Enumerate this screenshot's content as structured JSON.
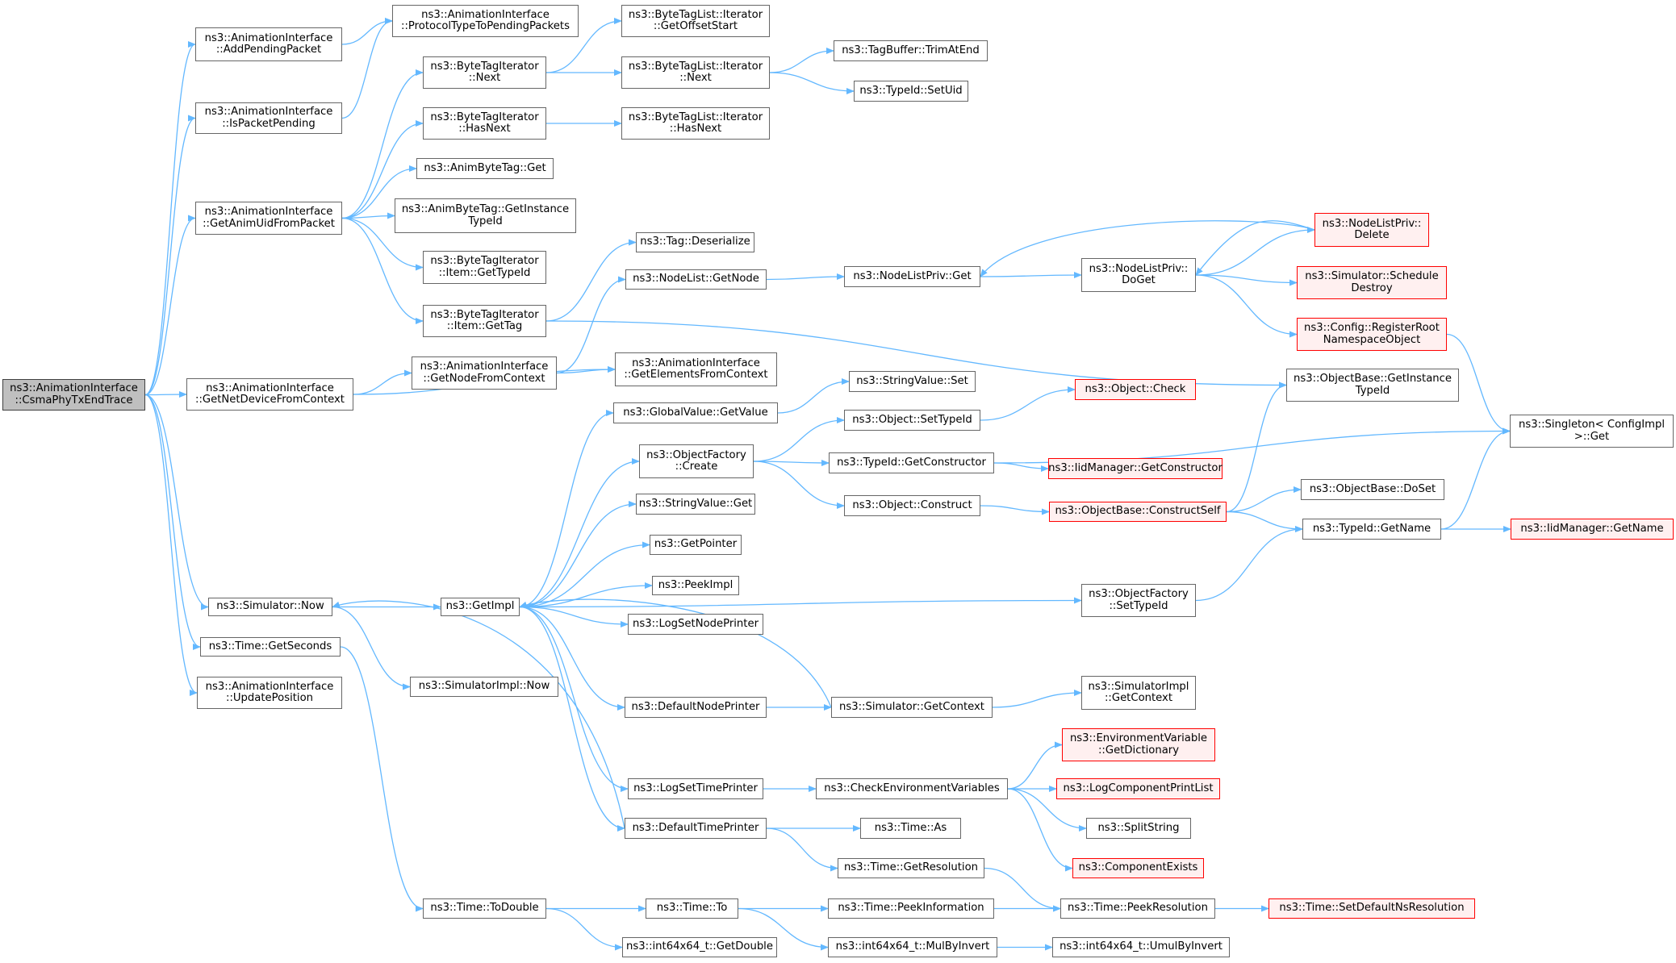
{
  "graph": {
    "root": "ns3::AnimationInterface::CsmaPhyTxEndTrace",
    "colors": {
      "edge": "#63b8ff",
      "node_border": "#666666",
      "highlight_border": "#ff0000",
      "highlight_fill": "#fff0f0",
      "root_fill": "#bfbfbf"
    },
    "nodes": [
      {
        "id": "root",
        "lines": [
          "ns3::AnimationInterface",
          "::CsmaPhyTxEndTrace"
        ]
      },
      {
        "id": "addpend",
        "lines": [
          "ns3::AnimationInterface",
          "::AddPendingPacket"
        ]
      },
      {
        "id": "ispend",
        "lines": [
          "ns3::AnimationInterface",
          "::IsPacketPending"
        ]
      },
      {
        "id": "getanim",
        "lines": [
          "ns3::AnimationInterface",
          "::GetAnimUidFromPacket"
        ]
      },
      {
        "id": "getnetdev",
        "lines": [
          "ns3::AnimationInterface",
          "::GetNetDeviceFromContext"
        ]
      },
      {
        "id": "simnow",
        "lines": [
          "ns3::Simulator::Now"
        ]
      },
      {
        "id": "getsec",
        "lines": [
          "ns3::Time::GetSeconds"
        ]
      },
      {
        "id": "updpos",
        "lines": [
          "ns3::AnimationInterface",
          "::UpdatePosition"
        ]
      },
      {
        "id": "proto",
        "lines": [
          "ns3::AnimationInterface",
          "::ProtocolTypeToPendingPackets"
        ]
      },
      {
        "id": "btinext",
        "lines": [
          "ns3::ByteTagIterator",
          "::Next"
        ]
      },
      {
        "id": "btihas",
        "lines": [
          "ns3::ByteTagIterator",
          "::HasNext"
        ]
      },
      {
        "id": "abtget",
        "lines": [
          "ns3::AnimByteTag::Get"
        ]
      },
      {
        "id": "abtgetinst",
        "lines": [
          "ns3::AnimByteTag::GetInstance",
          "TypeId"
        ]
      },
      {
        "id": "btiitemtid",
        "lines": [
          "ns3::ByteTagIterator",
          "::Item::GetTypeId"
        ]
      },
      {
        "id": "btiitemtag",
        "lines": [
          "ns3::ByteTagIterator",
          "::Item::GetTag"
        ]
      },
      {
        "id": "getnodectx",
        "lines": [
          "ns3::AnimationInterface",
          "::GetNodeFromContext"
        ]
      },
      {
        "id": "getelem",
        "lines": [
          "ns3::AnimationInterface",
          "::GetElementsFromContext"
        ]
      },
      {
        "id": "getimpl",
        "lines": [
          "ns3::GetImpl"
        ]
      },
      {
        "id": "simimplnow",
        "lines": [
          "ns3::SimulatorImpl::Now"
        ]
      },
      {
        "id": "todouble",
        "lines": [
          "ns3::Time::ToDouble"
        ]
      },
      {
        "id": "btlgetoff",
        "lines": [
          "ns3::ByteTagList::Iterator",
          "::GetOffsetStart"
        ]
      },
      {
        "id": "btlnext",
        "lines": [
          "ns3::ByteTagList::Iterator",
          "::Next"
        ]
      },
      {
        "id": "btlhas",
        "lines": [
          "ns3::ByteTagList::Iterator",
          "::HasNext"
        ]
      },
      {
        "id": "tagdeser",
        "lines": [
          "ns3::Tag::Deserialize"
        ]
      },
      {
        "id": "nlgetnode",
        "lines": [
          "ns3::NodeList::GetNode"
        ]
      },
      {
        "id": "gvget",
        "lines": [
          "ns3::GlobalValue::GetValue"
        ]
      },
      {
        "id": "ofcreate",
        "lines": [
          "ns3::ObjectFactory",
          "::Create"
        ]
      },
      {
        "id": "svget",
        "lines": [
          "ns3::StringValue::Get"
        ]
      },
      {
        "id": "getptr",
        "lines": [
          "ns3::GetPointer"
        ]
      },
      {
        "id": "peekimpl",
        "lines": [
          "ns3::PeekImpl"
        ]
      },
      {
        "id": "logsetnode",
        "lines": [
          "ns3::LogSetNodePrinter"
        ]
      },
      {
        "id": "defnodepr",
        "lines": [
          "ns3::DefaultNodePrinter"
        ]
      },
      {
        "id": "logsettime",
        "lines": [
          "ns3::LogSetTimePrinter"
        ]
      },
      {
        "id": "deftimepr",
        "lines": [
          "ns3::DefaultTimePrinter"
        ]
      },
      {
        "id": "timeto",
        "lines": [
          "ns3::Time::To"
        ]
      },
      {
        "id": "i64getdbl",
        "lines": [
          "ns3::int64x64_t::GetDouble"
        ]
      },
      {
        "id": "tbtrim",
        "lines": [
          "ns3::TagBuffer::TrimAtEnd"
        ]
      },
      {
        "id": "tidsetuid",
        "lines": [
          "ns3::TypeId::SetUid"
        ]
      },
      {
        "id": "nlpget",
        "lines": [
          "ns3::NodeListPriv::Get"
        ]
      },
      {
        "id": "svset",
        "lines": [
          "ns3::StringValue::Set"
        ]
      },
      {
        "id": "objsettid",
        "lines": [
          "ns3::Object::SetTypeId"
        ]
      },
      {
        "id": "tidgetctor",
        "lines": [
          "ns3::TypeId::GetConstructor"
        ]
      },
      {
        "id": "objconstruct",
        "lines": [
          "ns3::Object::Construct"
        ]
      },
      {
        "id": "simgetctx",
        "lines": [
          "ns3::Simulator::GetContext"
        ]
      },
      {
        "id": "checkenv",
        "lines": [
          "ns3::CheckEnvironmentVariables"
        ]
      },
      {
        "id": "timeas",
        "lines": [
          "ns3::Time::As"
        ]
      },
      {
        "id": "timegetres",
        "lines": [
          "ns3::Time::GetResolution"
        ]
      },
      {
        "id": "timepeekinfo",
        "lines": [
          "ns3::Time::PeekInformation"
        ]
      },
      {
        "id": "i64mulinv",
        "lines": [
          "ns3::int64x64_t::MulByInvert"
        ]
      },
      {
        "id": "nlpdoget",
        "lines": [
          "ns3::NodeListPriv::",
          "DoGet"
        ]
      },
      {
        "id": "objcheck",
        "lines": [
          "ns3::Object::Check"
        ],
        "highlight": true
      },
      {
        "id": "iidgetctor",
        "lines": [
          "ns3::IidManager::GetConstructor"
        ],
        "highlight": true
      },
      {
        "id": "obconstructself",
        "lines": [
          "ns3::ObjectBase::ConstructSelf"
        ],
        "highlight": true
      },
      {
        "id": "ofsettid",
        "lines": [
          "ns3::ObjectFactory",
          "::SetTypeId"
        ]
      },
      {
        "id": "simimplgetctx",
        "lines": [
          "ns3::SimulatorImpl",
          "::GetContext"
        ]
      },
      {
        "id": "envgetdict",
        "lines": [
          "ns3::EnvironmentVariable",
          "::GetDictionary"
        ],
        "highlight": true
      },
      {
        "id": "logcompprint",
        "lines": [
          "ns3::LogComponentPrintList"
        ],
        "highlight": true
      },
      {
        "id": "splitstr",
        "lines": [
          "ns3::SplitString"
        ]
      },
      {
        "id": "compexists",
        "lines": [
          "ns3::ComponentExists"
        ],
        "highlight": true
      },
      {
        "id": "timepeekres",
        "lines": [
          "ns3::Time::PeekResolution"
        ]
      },
      {
        "id": "i64umulinv",
        "lines": [
          "ns3::int64x64_t::UmulByInvert"
        ]
      },
      {
        "id": "nlpdelete",
        "lines": [
          "ns3::NodeListPriv::",
          "Delete"
        ],
        "highlight": true
      },
      {
        "id": "simschedd",
        "lines": [
          "ns3::Simulator::Schedule",
          "Destroy"
        ],
        "highlight": true
      },
      {
        "id": "cfgregroot",
        "lines": [
          "ns3::Config::RegisterRoot",
          "NamespaceObject"
        ],
        "highlight": true
      },
      {
        "id": "obgetinst",
        "lines": [
          "ns3::ObjectBase::GetInstance",
          "TypeId"
        ]
      },
      {
        "id": "obdoset",
        "lines": [
          "ns3::ObjectBase::DoSet"
        ]
      },
      {
        "id": "tidgetname",
        "lines": [
          "ns3::TypeId::GetName"
        ]
      },
      {
        "id": "timesetdef",
        "lines": [
          "ns3::Time::SetDefaultNsResolution"
        ],
        "highlight": true
      },
      {
        "id": "singleton",
        "lines": [
          "ns3::Singleton< ConfigImpl",
          ">::Get"
        ]
      },
      {
        "id": "iidgetname",
        "lines": [
          "ns3::IidManager::GetName"
        ],
        "highlight": true
      }
    ],
    "edges": [
      [
        "root",
        "addpend"
      ],
      [
        "root",
        "ispend"
      ],
      [
        "root",
        "getanim"
      ],
      [
        "root",
        "getnetdev"
      ],
      [
        "root",
        "simnow"
      ],
      [
        "root",
        "getsec"
      ],
      [
        "root",
        "updpos"
      ],
      [
        "addpend",
        "proto"
      ],
      [
        "ispend",
        "proto"
      ],
      [
        "getanim",
        "btinext"
      ],
      [
        "getanim",
        "btihas"
      ],
      [
        "getanim",
        "abtget"
      ],
      [
        "getanim",
        "abtgetinst"
      ],
      [
        "getanim",
        "btiitemtid"
      ],
      [
        "getanim",
        "btiitemtag"
      ],
      [
        "btinext",
        "btlgetoff"
      ],
      [
        "btinext",
        "btlnext"
      ],
      [
        "btihas",
        "btlhas"
      ],
      [
        "btlnext",
        "tbtrim"
      ],
      [
        "btlnext",
        "tidsetuid"
      ],
      [
        "btiitemtag",
        "tagdeser"
      ],
      [
        "btiitemtag",
        "obgetinst"
      ],
      [
        "getnetdev",
        "getnodectx"
      ],
      [
        "getnetdev",
        "getelem"
      ],
      [
        "getnodectx",
        "getelem"
      ],
      [
        "getnodectx",
        "nlgetnode"
      ],
      [
        "nlgetnode",
        "nlpget"
      ],
      [
        "nlpget",
        "nlpdoget"
      ],
      [
        "nlpdoget",
        "nlpdelete"
      ],
      [
        "nlpdoget",
        "simschedd"
      ],
      [
        "nlpdoget",
        "cfgregroot"
      ],
      [
        "nlpdelete",
        "nlpget"
      ],
      [
        "nlpdelete",
        "nlpdoget"
      ],
      [
        "cfgregroot",
        "singleton"
      ],
      [
        "simnow",
        "getimpl"
      ],
      [
        "simnow",
        "simimplnow"
      ],
      [
        "getsec",
        "todouble"
      ],
      [
        "getimpl",
        "gvget"
      ],
      [
        "getimpl",
        "ofcreate"
      ],
      [
        "getimpl",
        "svget"
      ],
      [
        "getimpl",
        "getptr"
      ],
      [
        "getimpl",
        "peekimpl"
      ],
      [
        "getimpl",
        "logsetnode"
      ],
      [
        "getimpl",
        "defnodepr"
      ],
      [
        "getimpl",
        "logsettime"
      ],
      [
        "getimpl",
        "deftimepr"
      ],
      [
        "getimpl",
        "ofsettid"
      ],
      [
        "gvget",
        "svset"
      ],
      [
        "ofcreate",
        "objsettid"
      ],
      [
        "ofcreate",
        "tidgetctor"
      ],
      [
        "ofcreate",
        "objconstruct"
      ],
      [
        "objsettid",
        "objcheck"
      ],
      [
        "tidgetctor",
        "iidgetctor"
      ],
      [
        "tidgetctor",
        "singleton"
      ],
      [
        "objconstruct",
        "obconstructself"
      ],
      [
        "obconstructself",
        "obgetinst"
      ],
      [
        "obconstructself",
        "obdoset"
      ],
      [
        "obconstructself",
        "tidgetname"
      ],
      [
        "ofsettid",
        "tidgetname"
      ],
      [
        "tidgetname",
        "singleton"
      ],
      [
        "tidgetname",
        "iidgetname"
      ],
      [
        "defnodepr",
        "simgetctx"
      ],
      [
        "simgetctx",
        "simimplgetctx"
      ],
      [
        "simgetctx",
        "getimpl"
      ],
      [
        "logsettime",
        "checkenv"
      ],
      [
        "checkenv",
        "envgetdict"
      ],
      [
        "checkenv",
        "logcompprint"
      ],
      [
        "checkenv",
        "splitstr"
      ],
      [
        "checkenv",
        "compexists"
      ],
      [
        "deftimepr",
        "timeas"
      ],
      [
        "deftimepr",
        "timegetres"
      ],
      [
        "deftimepr",
        "simnow"
      ],
      [
        "timegetres",
        "timepeekres"
      ],
      [
        "todouble",
        "timeto"
      ],
      [
        "todouble",
        "i64getdbl"
      ],
      [
        "timeto",
        "timepeekinfo"
      ],
      [
        "timeto",
        "i64mulinv"
      ],
      [
        "timepeekinfo",
        "timepeekres"
      ],
      [
        "timepeekres",
        "timesetdef"
      ],
      [
        "i64mulinv",
        "i64umulinv"
      ]
    ]
  }
}
